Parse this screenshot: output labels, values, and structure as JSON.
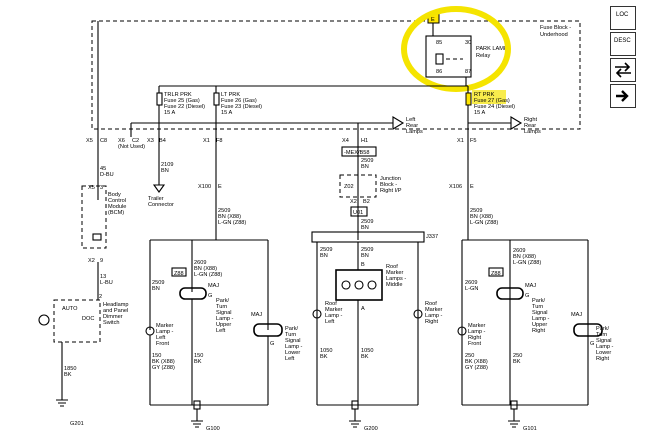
{
  "colors": {
    "wire": "#000000",
    "highlight": "#f5e400",
    "connector_fill": "#ffe600"
  },
  "fuse_block": {
    "title_line1": "Fuse Block -",
    "title_line2": "Underhood"
  },
  "relay": {
    "line1": "PARK LAMP",
    "line2": "Relay",
    "connector": "E",
    "pins": [
      "85",
      "30",
      "86",
      "87"
    ]
  },
  "fuses": {
    "trlr": {
      "l1": "TRLR PRK",
      "l2": "Fuse 25 (Gas)",
      "l3": "Fuse 22 (Diesel)",
      "l4": "15 A"
    },
    "lt": {
      "l1": "LT PRK",
      "l2": "Fuse 26 (Gas)",
      "l3": "Fuse 23 (Diesel)",
      "l4": "15 A"
    },
    "rt": {
      "l1": "RT PRK",
      "l2": "Fuse 27 (Gas)",
      "l3": "Fuse 24 (Diesel)",
      "l4": "15 A"
    }
  },
  "pins": {
    "x5": "X5",
    "c8": "C8",
    "x6": "X6",
    "c2": "C2",
    "x3": "X3",
    "b4": "B4",
    "x1a": "X1",
    "f8": "F8",
    "x4": "X4",
    "h1": "H1",
    "x1b": "X1",
    "f5": "F5",
    "x5b": "X5",
    "n3": "3",
    "x2": "X2",
    "n9": "9",
    "x100": "X100",
    "e1": "E",
    "x106": "X106",
    "e2": "E",
    "x2b": "X2",
    "b2": "B2",
    "j337": "J337"
  },
  "labels": {
    "not_used_1": "(Not Used)",
    "lamps_left_l1": "Left",
    "lamps_left_l2": "Rear",
    "lamps_left_l3": "Lamps",
    "lamps_right_l1": "Right",
    "lamps_right_l2": "Rear",
    "lamps_right_l3": "Lamps",
    "mex": "-MEX/B58",
    "junction_l1": "Junction",
    "junction_l2": "Block -",
    "junction_l3": "Right I/P",
    "u01": "U01",
    "z02": "Z02",
    "bcm_l1": "Body",
    "bcm_l2": "Control",
    "bcm_l3": "Module",
    "bcm_l4": "(BCM)",
    "w45": "45",
    "w45c": "D-BU",
    "w13": "13",
    "w13c": "L-BU",
    "n2": "2",
    "hs_l1": "Headlamp",
    "hs_l2": "and Panel",
    "hs_l3": "Dimmer",
    "hs_l4": "Switch",
    "auto": "AUTO",
    "doc": "DOC",
    "w1850": "1850",
    "w1850c": "BK",
    "g201": "G201",
    "trailer_l1": "Trailer",
    "trailer_l2": "Connector",
    "w2109": "2109",
    "w2109c": "BN",
    "w2509a": "2509",
    "w2509ac": "BN (X88)",
    "w2509ac2": "L-GN (Z88)",
    "w2509b": "2509",
    "w2509bc": "BN",
    "w2609": "2609",
    "w2609c": "BN (X88)",
    "w2609c2": "L-GN (Z88)",
    "z88a": "Z88",
    "z88b": "Z88",
    "maj": "MAJ",
    "g": "G",
    "b": "B",
    "a": "A",
    "lt_upper_l1": "Park/",
    "lt_upper_l2": "Turn",
    "lt_upper_l3": "Signal",
    "lt_upper_l4": "Lamp -",
    "lt_upper_l5": "Upper",
    "lt_upper_l6": "Left",
    "lt_lower_l1": "Park/",
    "lt_lower_l2": "Turn",
    "lt_lower_l3": "Signal",
    "lt_lower_l4": "Lamp -",
    "lt_lower_l5": "Lower",
    "lt_lower_l6": "Left",
    "rt_upper_l1": "Park/",
    "rt_upper_l2": "Turn",
    "rt_upper_l3": "Signal",
    "rt_upper_l4": "Lamp -",
    "rt_upper_l5": "Upper",
    "rt_upper_l6": "Right",
    "rt_lower_l1": "Park/",
    "rt_lower_l2": "Turn",
    "rt_lower_l3": "Signal",
    "rt_lower_l4": "Lamp -",
    "rt_lower_l5": "Lower",
    "rt_lower_l6": "Right",
    "ml_l1": "Marker",
    "ml_l2": "Lamp -",
    "ml_l3": "Left",
    "ml_l4": "Front",
    "mr_l1": "Marker",
    "mr_l2": "Lamp -",
    "mr_l3": "Right",
    "mr_l4": "Front",
    "rm_mid_l1": "Roof",
    "rm_mid_l2": "Marker",
    "rm_mid_l3": "Lamps -",
    "rm_mid_l4": "Middle",
    "rm_left_l1": "Roof",
    "rm_left_l2": "Marker",
    "rm_left_l3": "Lamp -",
    "rm_left_l4": "Left",
    "rm_right_l1": "Roof",
    "rm_right_l2": "Marker",
    "rm_right_l3": "Lamp -",
    "rm_right_l4": "Right",
    "w150a": "150",
    "w150ac": "BK (X88)",
    "w150ac2": "GY (Z88)",
    "w150b": "150",
    "w150bc": "BK",
    "w1050a": "1050",
    "w1050ac": "BK",
    "w1050b": "1050",
    "w1050bc": "BK",
    "w250a": "250",
    "w250ac": "BK (X88)",
    "w250ac2": "GY (Z88)",
    "w250b": "250",
    "w250bc": "BK",
    "w2509l": "2509",
    "w2509lc": "BN",
    "w2509m": "2509",
    "w2509mc": "BN",
    "w2509n": "2509",
    "w2509nc": "BN",
    "w2509o": "2509",
    "w2509oc": "BN",
    "w2509p": "2509",
    "w2509pc": "BN (X88)",
    "w2509pc2": "L-GN (Z88)",
    "w2609r": "2609",
    "w2609rc": "L-GN",
    "g100": "G100",
    "g200": "G200",
    "g101": "G101"
  },
  "side_buttons": {
    "loc": "LOC",
    "desc": "DESC"
  }
}
